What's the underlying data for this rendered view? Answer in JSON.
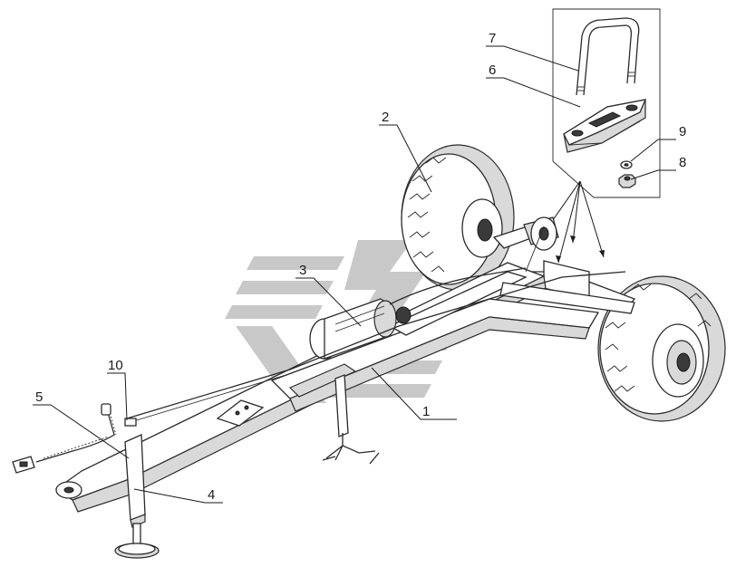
{
  "callouts": [
    {
      "id": "1",
      "label": "1"
    },
    {
      "id": "2",
      "label": "2"
    },
    {
      "id": "3",
      "label": "3"
    },
    {
      "id": "4",
      "label": "4"
    },
    {
      "id": "5",
      "label": "5"
    },
    {
      "id": "6",
      "label": "6"
    },
    {
      "id": "7",
      "label": "7"
    },
    {
      "id": "8",
      "label": "8"
    },
    {
      "id": "9",
      "label": "9"
    },
    {
      "id": "10",
      "label": "10"
    }
  ],
  "colors": {
    "ink": "#2a2a2a",
    "paper": "#ffffff",
    "watermark": "#9a9a9a"
  }
}
